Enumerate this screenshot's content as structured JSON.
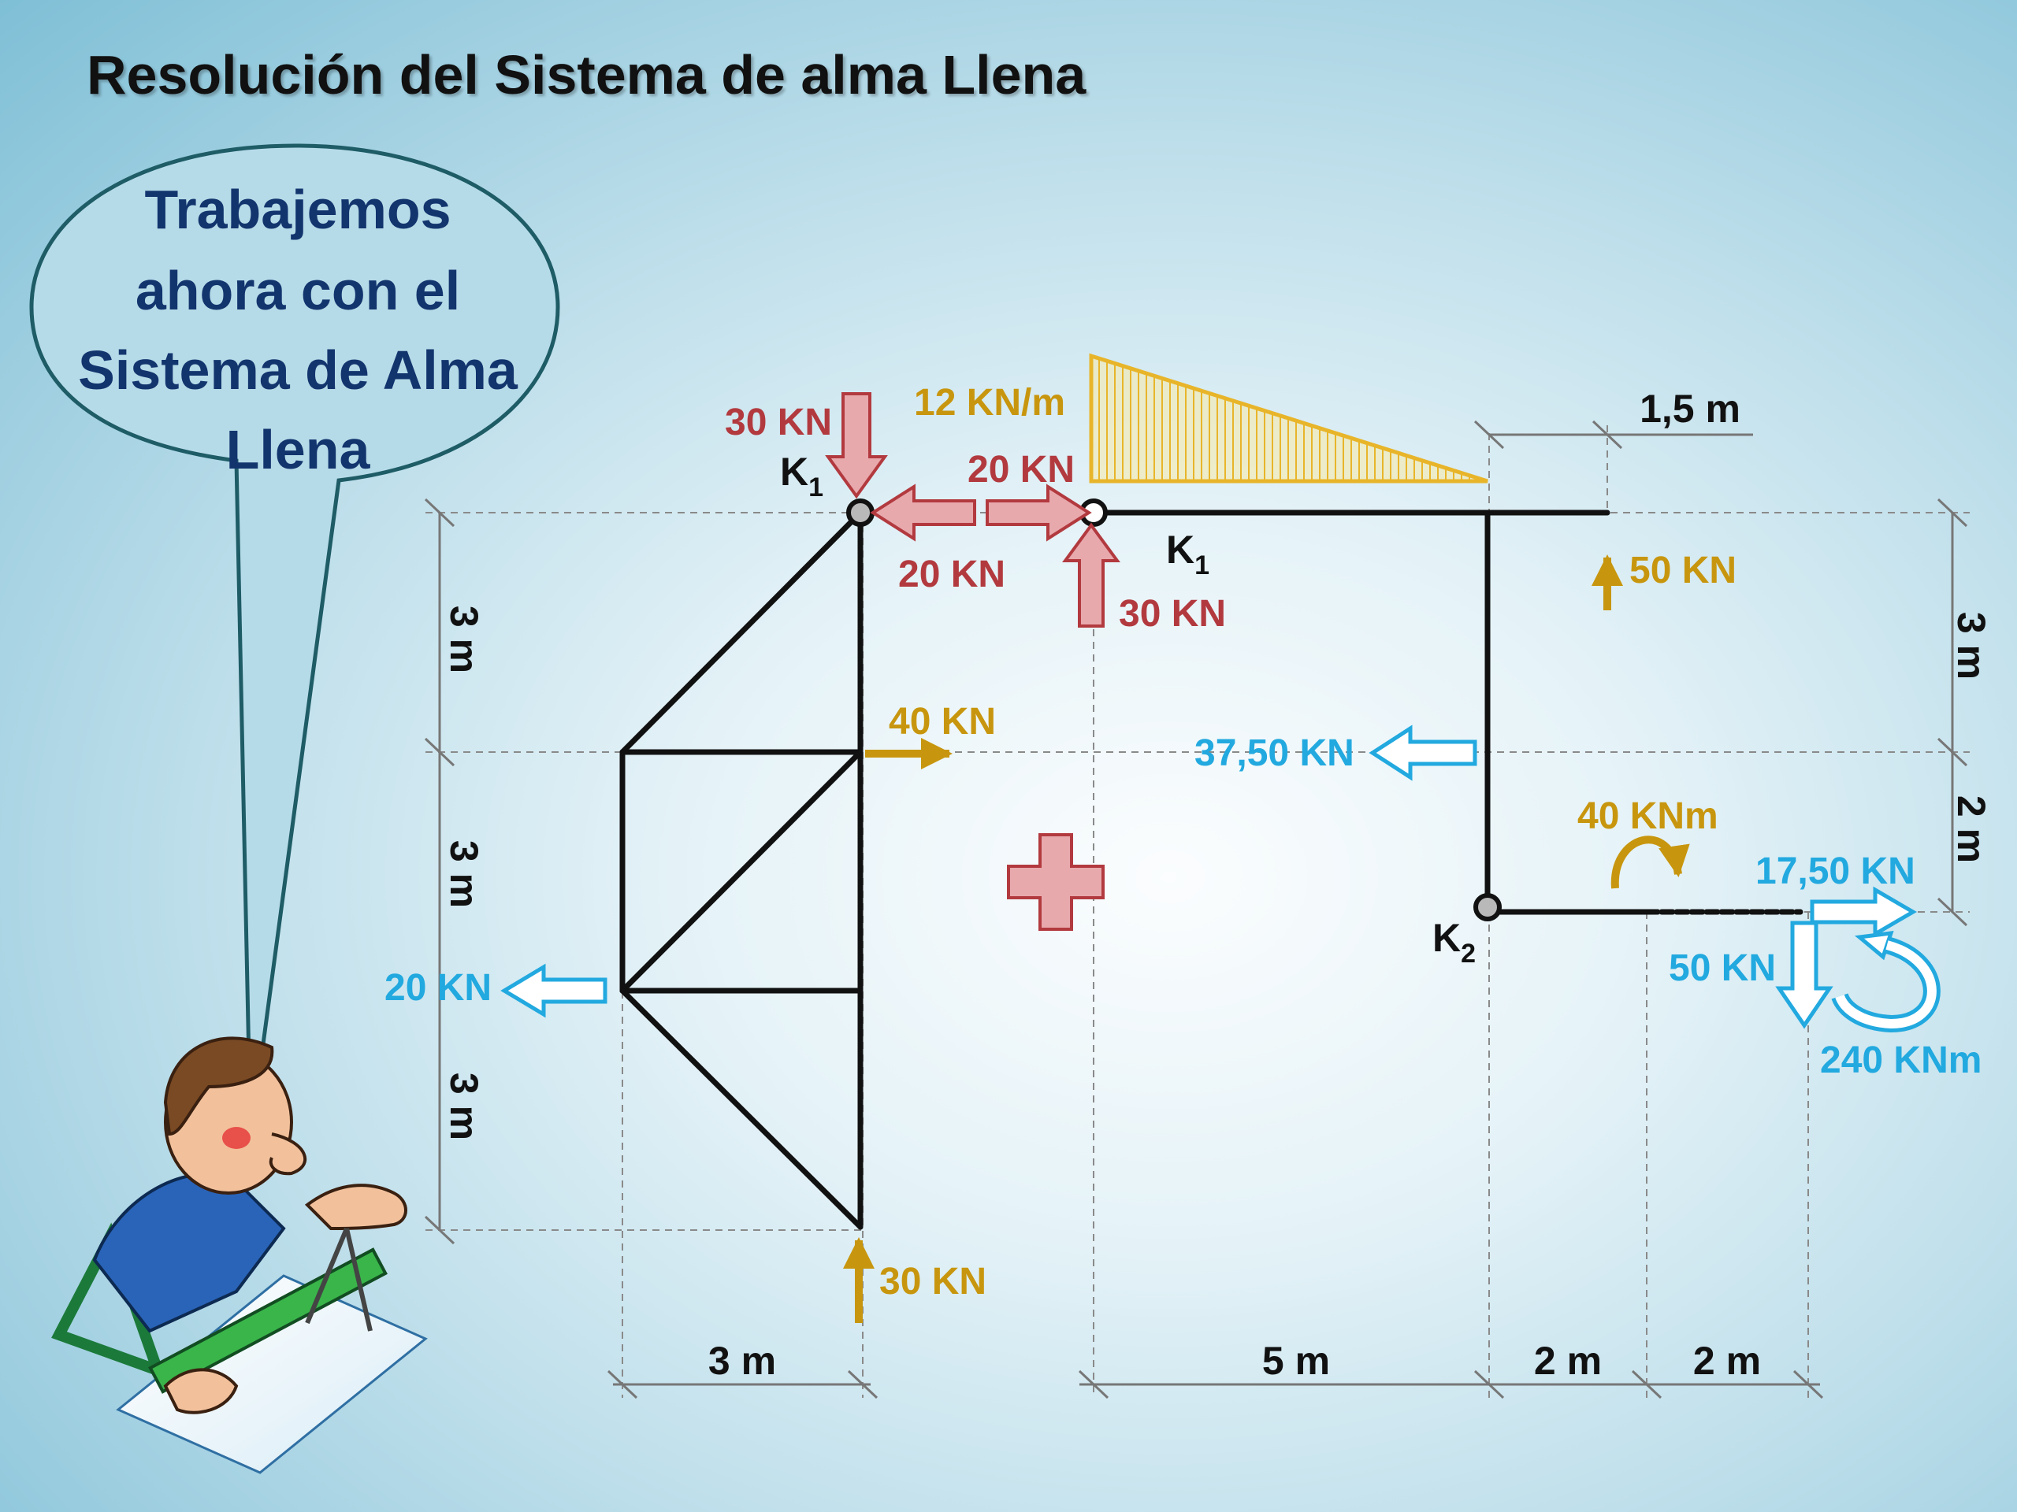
{
  "title": "Resolución del Sistema de alma Llena",
  "bubble": {
    "lines": [
      "Trabajemos",
      "ahora con el",
      "Sistema de Alma",
      "Llena"
    ]
  },
  "colors": {
    "red": "#b23a3f",
    "gold": "#c8960e",
    "blue": "#22a9df",
    "outline": "#1e5c66",
    "plus": "#e8a9ad"
  },
  "icons": [
    "engineer-illustration",
    "plus-icon"
  ],
  "loads": {
    "left_top_vertical": "30 KN",
    "left_top_horizontal": "20 KN",
    "right_top_horizontal": "20 KN",
    "right_top_vertical": "30 KN",
    "distributed": "12 KN/m",
    "point_up": "50 KN",
    "truss_mid_right": "40 KN",
    "truss_left": "20 KN",
    "truss_bottom": "30 KN",
    "frame_left": "37,50 KN",
    "moment_top": "40 KNm",
    "reaction_h": "17,50 KN",
    "reaction_v": "50 KN",
    "reaction_m": "240 KNm"
  },
  "nodes": {
    "k1_left_main": "K",
    "k1_left_sub": "1",
    "k1_right_main": "K",
    "k1_right_sub": "1",
    "k2_main": "K",
    "k2_sub": "2"
  },
  "dimensions": {
    "left_v1": "3 m",
    "left_v2": "3 m",
    "left_v3": "3 m",
    "right_v1": "3 m",
    "right_v2": "2 m",
    "top_h": "1,5 m",
    "bot_truss": "3 m",
    "bot_frame1": "5 m",
    "bot_frame2": "2 m",
    "bot_frame3": "2 m"
  }
}
